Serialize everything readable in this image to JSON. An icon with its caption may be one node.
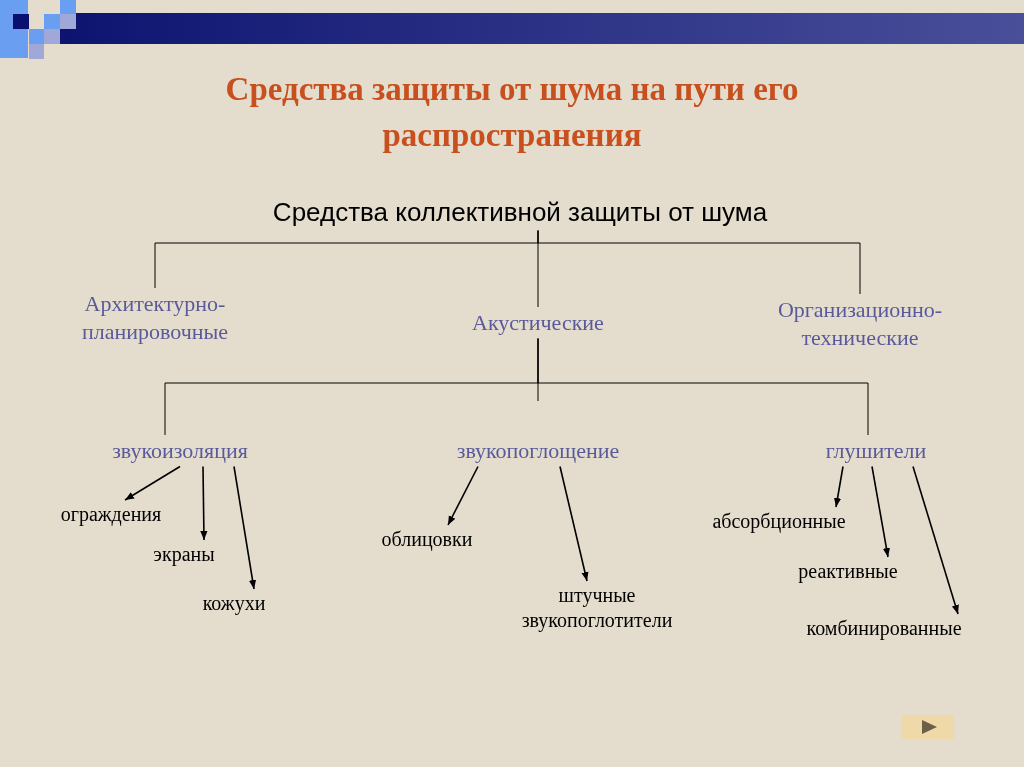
{
  "diagram": {
    "title": "Средства защиты от шума на пути его распространения",
    "nodes": [
      {
        "text": [
          "Средства коллективной защиты от шума"
        ]
      },
      {
        "text": [
          "Архитектурно-планировочные"
        ]
      },
      {
        "text": [
          "Акустические"
        ]
      },
      {
        "text": [
          "Организационно-технические"
        ]
      },
      {
        "text": [
          "звукоизоляция"
        ]
      },
      {
        "text": [
          "звукопоглощение"
        ]
      },
      {
        "text": [
          "глушители"
        ]
      },
      {
        "text": [
          "ограждения"
        ]
      },
      {
        "text": [
          "экраны"
        ]
      },
      {
        "text": [
          "кожухи"
        ]
      },
      {
        "text": [
          "облицовки"
        ]
      },
      {
        "text": [
          "штучные звукопоглотители"
        ]
      },
      {
        "text": [
          "абсорбционные"
        ]
      },
      {
        "text": [
          "реактивные"
        ]
      },
      {
        "text": [
          "комбинированные"
        ]
      }
    ],
    "edges": [
      {
        "from": 0,
        "to": 1,
        "arrow": "none"
      },
      {
        "from": 0,
        "to": 2,
        "arrow": "none"
      },
      {
        "from": 0,
        "to": 3,
        "arrow": "none"
      },
      {
        "from": 2,
        "to": 4,
        "arrow": "none"
      },
      {
        "from": 2,
        "to": 5,
        "arrow": "none"
      },
      {
        "from": 2,
        "to": 6,
        "arrow": "none"
      },
      {
        "from": 4,
        "to": 7,
        "arrow": "to"
      },
      {
        "from": 4,
        "to": 8,
        "arrow": "to"
      },
      {
        "from": 4,
        "to": 9,
        "arrow": "to"
      },
      {
        "from": 5,
        "to": 10,
        "arrow": "to"
      },
      {
        "from": 5,
        "to": 11,
        "arrow": "to"
      },
      {
        "from": 6,
        "to": 12,
        "arrow": "to"
      },
      {
        "from": 6,
        "to": 13,
        "arrow": "to"
      },
      {
        "from": 6,
        "to": 14,
        "arrow": "to"
      }
    ]
  }
}
